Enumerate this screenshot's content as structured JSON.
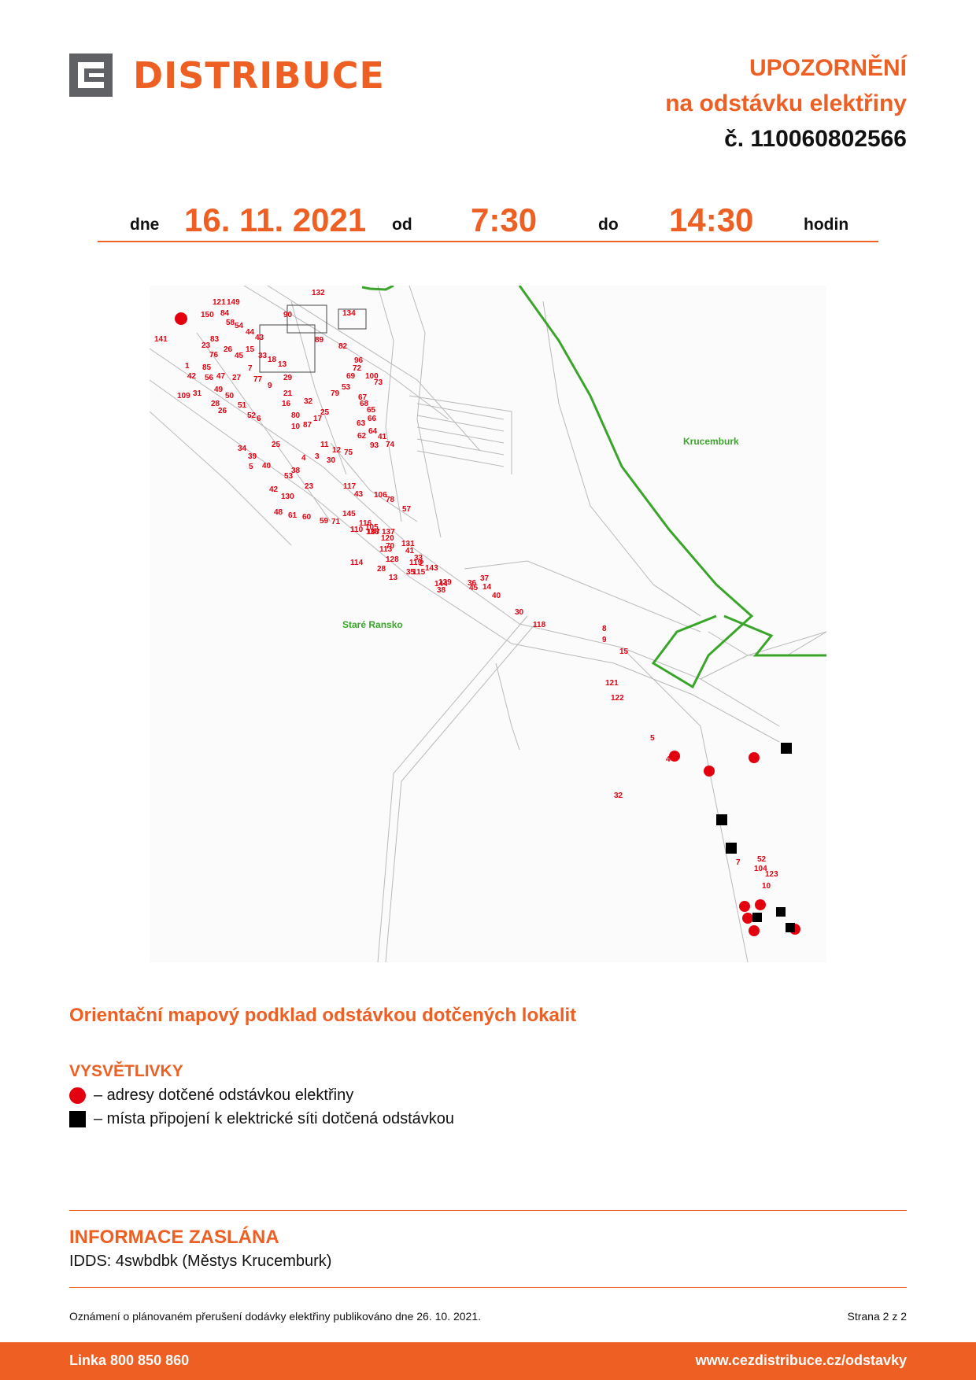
{
  "header": {
    "logo_text": "DISTRIBUCE",
    "title_line1": "UPOZORNĚNÍ",
    "title_line2": "na odstávku elektřiny",
    "number": "č. 110060802566"
  },
  "schedule": {
    "day_label": "dne",
    "date": "16. 11. 2021",
    "from_label": "od",
    "from_time": "7:30",
    "to_label": "do",
    "to_time": "14:30",
    "unit_label": "hodin"
  },
  "map": {
    "place_labels": [
      "Krucemburk",
      "Staré Ransko"
    ],
    "house_numbers": [
      "132",
      "134",
      "121",
      "149",
      "150",
      "84",
      "90",
      "58",
      "54",
      "44",
      "43",
      "89",
      "141",
      "83",
      "23",
      "26",
      "76",
      "15",
      "33",
      "45",
      "1",
      "85",
      "42",
      "56",
      "47",
      "7",
      "27",
      "77",
      "18",
      "13",
      "29",
      "9",
      "109",
      "31",
      "49",
      "28",
      "50",
      "51",
      "26",
      "52",
      "6",
      "21",
      "16",
      "79",
      "32",
      "25",
      "17",
      "80",
      "10",
      "87",
      "82",
      "72",
      "96",
      "100",
      "69",
      "53",
      "73",
      "67",
      "68",
      "65",
      "66",
      "63",
      "64",
      "62",
      "41",
      "93",
      "74",
      "11",
      "12",
      "75",
      "30",
      "3",
      "34",
      "25",
      "39",
      "4",
      "5",
      "40",
      "38",
      "53",
      "23",
      "117",
      "43",
      "106",
      "78",
      "57",
      "42",
      "130",
      "48",
      "61",
      "60",
      "59",
      "71",
      "145",
      "110",
      "105",
      "107",
      "137",
      "70",
      "138",
      "116",
      "120",
      "113",
      "41",
      "128",
      "131",
      "33",
      "143",
      "114",
      "119",
      "2",
      "115",
      "28",
      "35",
      "13",
      "139",
      "144",
      "38",
      "37",
      "36",
      "14",
      "45",
      "40",
      "30",
      "118",
      "8",
      "9",
      "15",
      "121",
      "122",
      "5",
      "4",
      "32",
      "7",
      "52",
      "104",
      "123",
      "10"
    ]
  },
  "section_title": "Orientační mapový podklad odstávkou dotčených lokalit",
  "legend": {
    "title": "VYSVĚTLIVKY",
    "red_dot": "– adresy dotčené odstávkou elektřiny",
    "black_square": "– místa připojení k elektrické síti dotčená odstávkou",
    "colors": {
      "address": "#e3000f",
      "connection": "#000000",
      "boundary": "#3aa52a"
    }
  },
  "info": {
    "title": "INFORMACE ZASLÁNA",
    "text": "IDDS: 4swbdbk (Městys Krucemburk)"
  },
  "footer": {
    "note": "Oznámení o plánovaném přerušení dodávky elektřiny publikováno dne 26. 10. 2021.",
    "page": "Strana 2 z 2",
    "hotline": "Linka 800 850 860",
    "url": "www.cezdistribuce.cz/odstavky"
  }
}
